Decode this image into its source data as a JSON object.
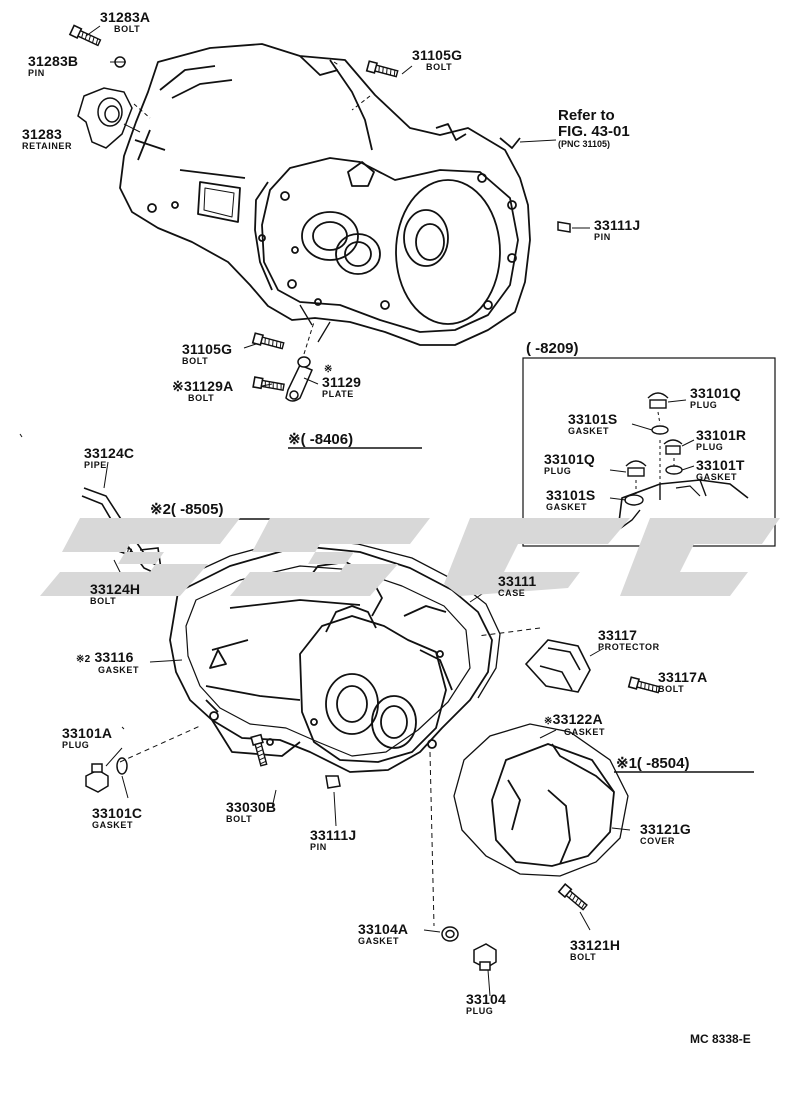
{
  "parts": [
    {
      "id": "p1",
      "num": "31283A",
      "name": "BOLT"
    },
    {
      "id": "p2",
      "num": "31283B",
      "name": "PIN"
    },
    {
      "id": "p3",
      "num": "31283",
      "name": "RETAINER"
    },
    {
      "id": "p4",
      "num": "31105G",
      "name": "BOLT"
    },
    {
      "id": "p5",
      "num": "33111J",
      "name": "PIN"
    },
    {
      "id": "p6",
      "num": "31105G",
      "name": "BOLT"
    },
    {
      "id": "p7",
      "num": "31129A",
      "name": "BOLT"
    },
    {
      "id": "p8",
      "num": "31129",
      "name": "PLATE"
    },
    {
      "id": "p9",
      "num": "33101Q",
      "name": "PLUG"
    },
    {
      "id": "p10",
      "num": "33101S",
      "name": "GASKET"
    },
    {
      "id": "p11",
      "num": "33101R",
      "name": "PLUG"
    },
    {
      "id": "p12",
      "num": "33101Q",
      "name": "PLUG"
    },
    {
      "id": "p13",
      "num": "33101T",
      "name": "GASKET"
    },
    {
      "id": "p14",
      "num": "33101S",
      "name": "GASKET"
    },
    {
      "id": "p15",
      "num": "33124C",
      "name": "PIPE"
    },
    {
      "id": "p16",
      "num": "33124H",
      "name": "BOLT"
    },
    {
      "id": "p17",
      "num": "33111",
      "name": "CASE"
    },
    {
      "id": "p18",
      "num": "33116",
      "name": "GASKET"
    },
    {
      "id": "p19",
      "num": "33117",
      "name": "PROTECTOR"
    },
    {
      "id": "p20",
      "num": "33117A",
      "name": "BOLT"
    },
    {
      "id": "p21",
      "num": "33101A",
      "name": "PLUG"
    },
    {
      "id": "p22",
      "num": "33122A",
      "name": "GASKET"
    },
    {
      "id": "p23",
      "num": "33101C",
      "name": "GASKET"
    },
    {
      "id": "p24",
      "num": "33030B",
      "name": "BOLT"
    },
    {
      "id": "p25",
      "num": "33111J",
      "name": "PIN"
    },
    {
      "id": "p26",
      "num": "33121G",
      "name": "COVER"
    },
    {
      "id": "p27",
      "num": "33104A",
      "name": "GASKET"
    },
    {
      "id": "p28",
      "num": "33121H",
      "name": "BOLT"
    },
    {
      "id": "p29",
      "num": "33104",
      "name": "PLUG"
    }
  ],
  "marks": {
    "star": "※",
    "star1": "※1",
    "star2": "※2"
  },
  "refer": {
    "line1": "Refer to",
    "line2": "FIG. 43-01",
    "line3": "(PNC 31105)"
  },
  "conditions": {
    "box": "(        -8209)",
    "c8406": "※(        -8406)",
    "c8505": "※2(        -8505)",
    "c8504": "※1(        -8504)"
  },
  "code": "MC 8338-E",
  "colors": {
    "ink": "#111111",
    "watermark": "#d8d8d8"
  }
}
